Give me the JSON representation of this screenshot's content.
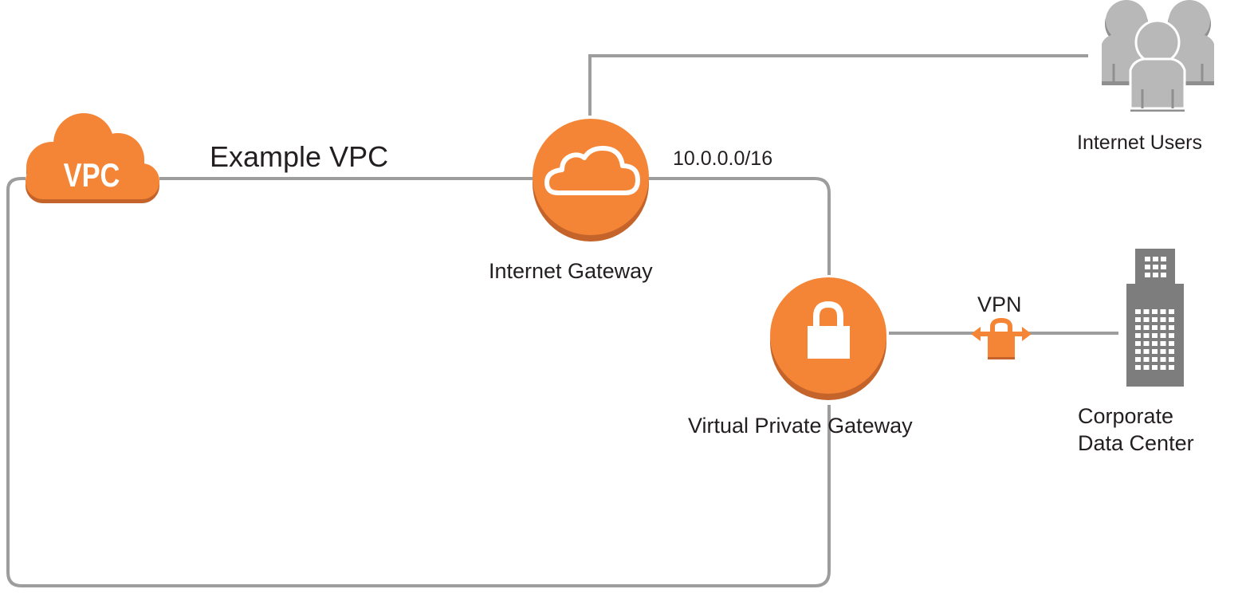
{
  "diagram": {
    "vpc_badge_text": "VPC",
    "vpc_name": "Example VPC",
    "cidr_block": "10.0.0.0/16",
    "nodes": {
      "internet_gateway": {
        "label": "Internet Gateway",
        "icon": "cloud-icon"
      },
      "virtual_private_gateway": {
        "label": "Virtual Private Gateway",
        "icon": "lock-icon"
      },
      "internet_users": {
        "label": "Internet Users",
        "icon": "users-icon"
      },
      "corporate_data_center": {
        "label_line1": "Corporate",
        "label_line2": "Data Center",
        "icon": "building-icon"
      }
    },
    "connections": {
      "vpn_label": "VPN"
    },
    "colors": {
      "aws_orange": "#f58536",
      "orange_shadow": "#c4632a",
      "line_gray": "#9d9d9d",
      "icon_gray": "#b8b8b8",
      "building_gray": "#7d7d7d"
    }
  }
}
